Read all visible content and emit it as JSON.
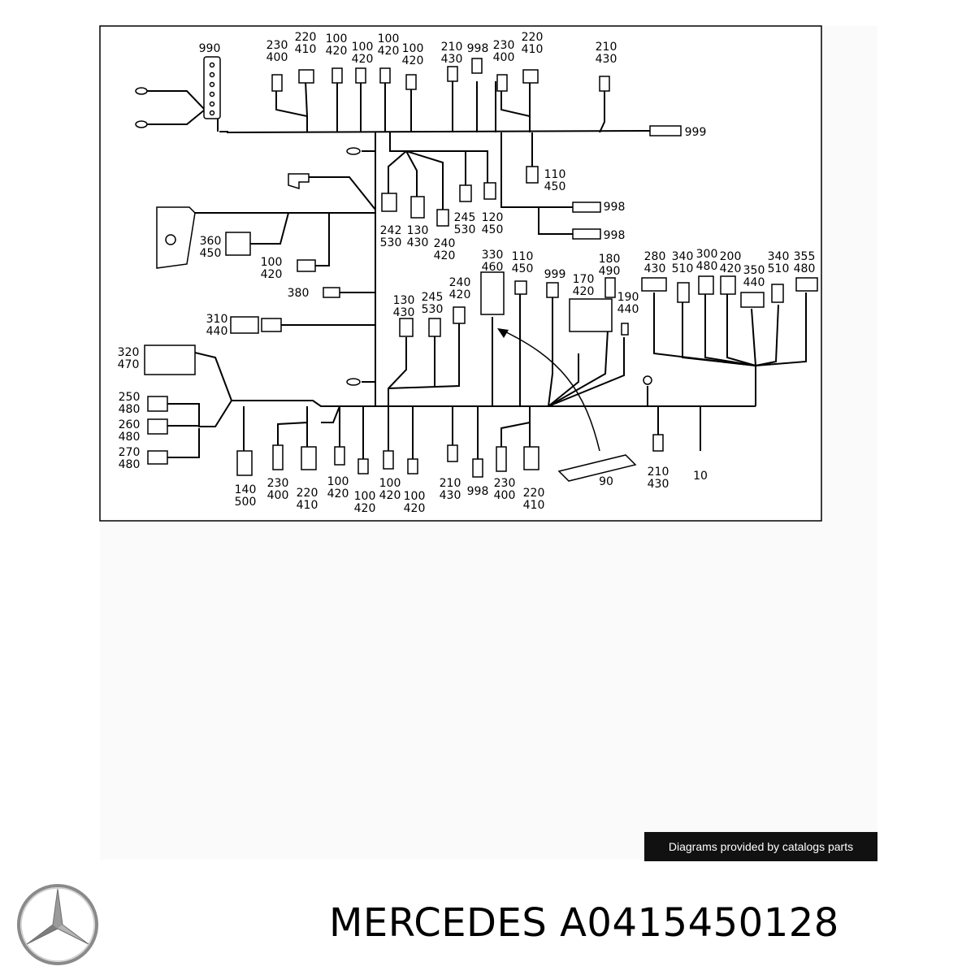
{
  "diagram": {
    "callouts": {
      "c990": "990",
      "t1": [
        "230",
        "400"
      ],
      "t2": [
        "220",
        "410"
      ],
      "t3": [
        "100",
        "420"
      ],
      "t4": [
        "100",
        "420"
      ],
      "t5": [
        "100",
        "420"
      ],
      "t6": [
        "100",
        "420"
      ],
      "t7": [
        "210",
        "430"
      ],
      "t8": "998",
      "t9": [
        "230",
        "400"
      ],
      "t10": [
        "220",
        "410"
      ],
      "t11": [
        "210",
        "430"
      ],
      "c999": "999",
      "c110a": [
        "110",
        "450"
      ],
      "c998a": "998",
      "c998b": "998",
      "c242": [
        "242",
        "530"
      ],
      "c130a": [
        "130",
        "430"
      ],
      "c240a": [
        "240",
        "420"
      ],
      "c245a": [
        "245",
        "530"
      ],
      "c120": [
        "120",
        "450"
      ],
      "c360": [
        "360",
        "450"
      ],
      "c100l": [
        "100",
        "420"
      ],
      "c380": "380",
      "c310": [
        "310",
        "440"
      ],
      "c320": [
        "320",
        "470"
      ],
      "c250": [
        "250",
        "480"
      ],
      "c260": [
        "260",
        "480"
      ],
      "c270": [
        "270",
        "480"
      ],
      "c130b": [
        "130",
        "430"
      ],
      "c245b": [
        "245",
        "530"
      ],
      "c240b": [
        "240",
        "420"
      ],
      "c330": [
        "330",
        "460"
      ],
      "c110b": [
        "110",
        "450"
      ],
      "c999b": "999",
      "c170": [
        "170",
        "420"
      ],
      "c180": [
        "180",
        "490"
      ],
      "c190": [
        "190",
        "440"
      ],
      "r280": [
        "280",
        "430"
      ],
      "r340a": [
        "340",
        "510"
      ],
      "r300": [
        "300",
        "480"
      ],
      "r200": [
        "200",
        "420"
      ],
      "r350": [
        "350",
        "440"
      ],
      "r340b": [
        "340",
        "510"
      ],
      "r355": [
        "355",
        "480"
      ],
      "b140": [
        "140",
        "500"
      ],
      "b230a": [
        "230",
        "400"
      ],
      "b220a": [
        "220",
        "410"
      ],
      "b100a": [
        "100",
        "420"
      ],
      "b100b": [
        "100",
        "420"
      ],
      "b100c": [
        "100",
        "420"
      ],
      "b100d": [
        "100",
        "420"
      ],
      "b210a": [
        "210",
        "430"
      ],
      "b998": "998",
      "b230b": [
        "230",
        "400"
      ],
      "b220b": [
        "220",
        "410"
      ],
      "b210b": [
        "210",
        "430"
      ],
      "c90": "90",
      "c10": "10"
    }
  },
  "footer": {
    "badge": "Diagrams provided by catalogs parts",
    "brand": "MERCEDES",
    "part_number": "A0415450128",
    "logo_icon": "mercedes-star-icon"
  }
}
